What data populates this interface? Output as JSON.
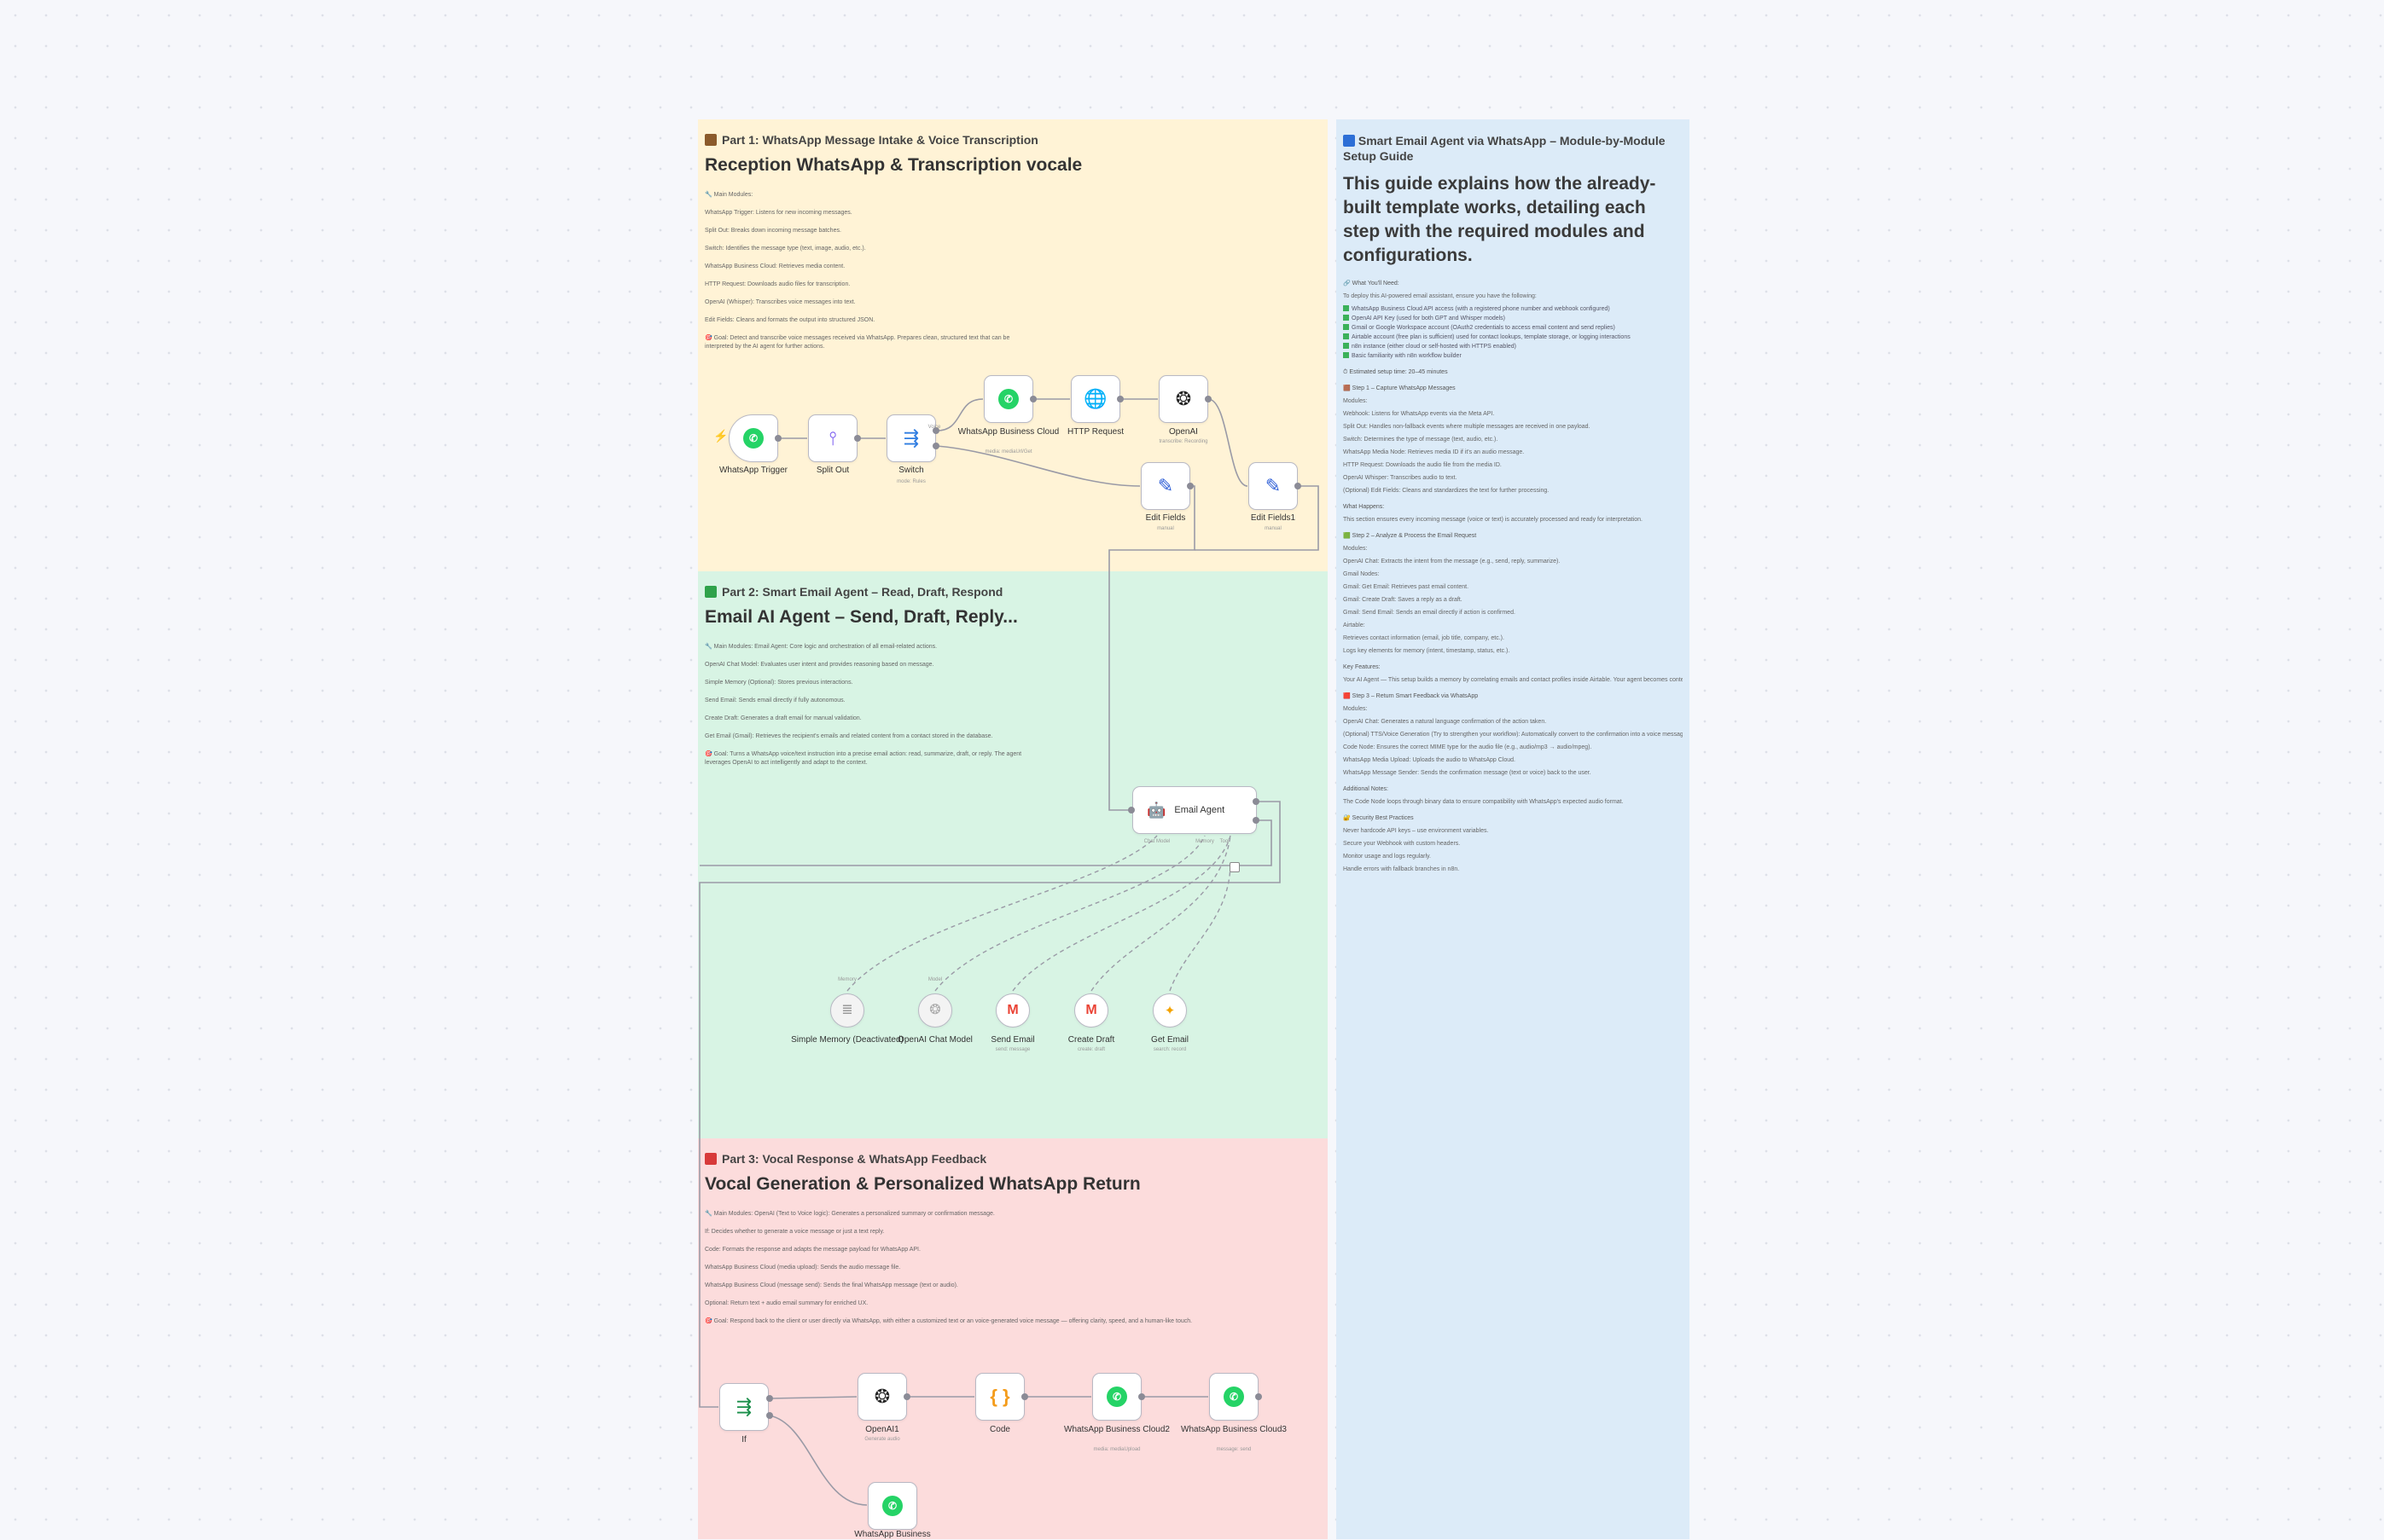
{
  "section1": {
    "tag": "Part 1: WhatsApp Message Intake & Voice Transcription",
    "title": "Reception WhatsApp & Transcription vocale",
    "lines": [
      "🔧 Main Modules:",
      "WhatsApp Trigger: Listens for new incoming messages.",
      "Split Out: Breaks down incoming message batches.",
      "Switch: Identifies the message type (text, image, audio, etc.).",
      "WhatsApp Business Cloud: Retrieves media content.",
      "HTTP Request: Downloads audio files for transcription.",
      "OpenAI (Whisper): Transcribes voice messages into text.",
      "Edit Fields: Cleans and formats the output into structured JSON.",
      "🎯 Goal: Detect and transcribe voice messages received via WhatsApp. Prepares clean, structured text that can be interpreted by the AI agent for further actions."
    ]
  },
  "section2": {
    "tag": "Part 2: Smart Email Agent – Read, Draft, Respond",
    "title": "Email AI Agent – Send, Draft, Reply...",
    "lines": [
      "🔧 Main Modules: Email Agent: Core logic and orchestration of all email-related actions.",
      "OpenAI Chat Model: Evaluates user intent and provides reasoning based on message.",
      "Simple Memory (Optional): Stores previous interactions.",
      "Send Email: Sends email directly if fully autonomous.",
      "Create Draft: Generates a draft email for manual validation.",
      "Get Email (Gmail): Retrieves the recipient's emails and related content from a contact stored in the database.",
      "🎯 Goal: Turns a WhatsApp voice/text instruction into a precise email action: read, summarize, draft, or reply. The agent leverages OpenAI to act intelligently and adapt to the context."
    ]
  },
  "section3": {
    "tag": "Part 3: Vocal Response & WhatsApp Feedback",
    "title": "Vocal Generation & Personalized WhatsApp Return",
    "lines": [
      "🔧 Main Modules: OpenAI (Text to Voice logic): Generates a personalized summary or confirmation message.",
      "If: Decides whether to generate a voice message or just a text reply.",
      "Code: Formats the response and adapts the message payload for WhatsApp API.",
      "WhatsApp Business Cloud (media upload): Sends the audio message file.",
      "WhatsApp Business Cloud (message send): Sends the final WhatsApp message (text or audio).",
      "Optional: Return text + audio email summary for enriched UX.",
      "🎯 Goal: Respond back to the client or user directly via WhatsApp, with either a customized text or an voice-generated voice message — offering clarity, speed, and a human-like touch."
    ]
  },
  "guide": {
    "tag": "Smart Email Agent via WhatsApp – Module-by-Module Setup Guide",
    "title": "This guide explains how the already-built template works, detailing each step with the required modules and configurations.",
    "lines": [
      {
        "k": "head",
        "t": "🔗 What You'll Need:"
      },
      {
        "k": "",
        "t": "To deploy this AI-powered email assistant, ensure you have the following:"
      },
      {
        "k": "check",
        "t": "WhatsApp Business Cloud API access (with a registered phone number and webhook configured)"
      },
      {
        "k": "check",
        "t": "OpenAI API Key (used for both GPT and Whisper models)"
      },
      {
        "k": "check",
        "t": "Gmail or Google Workspace account (OAuth2 credentials to access email content and send replies)"
      },
      {
        "k": "check",
        "t": "Airtable account (free plan is sufficient) used for contact lookups, template storage, or logging interactions"
      },
      {
        "k": "check",
        "t": "n8n instance (either cloud or self-hosted with HTTPS enabled)"
      },
      {
        "k": "check",
        "t": "Basic familiarity with n8n workflow builder"
      },
      {
        "k": "head",
        "t": "⏱ Estimated setup time: 20–45 minutes"
      },
      {
        "k": "head",
        "t": "🟫 Step 1 – Capture WhatsApp Messages"
      },
      {
        "k": "",
        "t": "Modules:"
      },
      {
        "k": "",
        "t": "Webhook: Listens for WhatsApp events via the Meta API."
      },
      {
        "k": "",
        "t": "Split Out: Handles non-fallback events where multiple messages are received in one payload."
      },
      {
        "k": "",
        "t": "Switch: Determines the type of message (text, audio, etc.)."
      },
      {
        "k": "",
        "t": "WhatsApp Media Node: Retrieves media ID if it's an audio message."
      },
      {
        "k": "",
        "t": "HTTP Request: Downloads the audio file from the media ID."
      },
      {
        "k": "",
        "t": "OpenAI Whisper: Transcribes audio to text."
      },
      {
        "k": "",
        "t": "(Optional) Edit Fields: Cleans and standardizes the text for further processing."
      },
      {
        "k": "head",
        "t": "What Happens:"
      },
      {
        "k": "",
        "t": "This section ensures every incoming message (voice or text) is accurately processed and ready for interpretation."
      },
      {
        "k": "head",
        "t": "🟩 Step 2 – Analyze & Process the Email Request"
      },
      {
        "k": "",
        "t": "Modules:"
      },
      {
        "k": "",
        "t": "OpenAI Chat: Extracts the intent from the message (e.g., send, reply, summarize)."
      },
      {
        "k": "",
        "t": "Gmail Nodes:"
      },
      {
        "k": "",
        "t": "Gmail: Get Email: Retrieves past email content."
      },
      {
        "k": "",
        "t": "Gmail: Create Draft: Saves a reply as a draft."
      },
      {
        "k": "",
        "t": "Gmail: Send Email: Sends an email directly if action is confirmed."
      },
      {
        "k": "",
        "t": "Airtable:"
      },
      {
        "k": "",
        "t": "Retrieves contact information (email, job title, company, etc.)."
      },
      {
        "k": "",
        "t": "Logs key elements for memory (intent, timestamp, status, etc.)."
      },
      {
        "k": "head",
        "t": "Key Features:"
      },
      {
        "k": "",
        "t": "Your AI Agent — This setup builds a memory by correlating emails and contact profiles inside Airtable. Your agent becomes context-aware, knowing who it's speaking to and what has been exchanged previously."
      },
      {
        "k": "head",
        "t": "🟥 Step 3 – Return Smart Feedback via WhatsApp"
      },
      {
        "k": "",
        "t": "Modules:"
      },
      {
        "k": "",
        "t": "OpenAI Chat: Generates a natural language confirmation of the action taken."
      },
      {
        "k": "",
        "t": "(Optional) TTS/Voice Generation (Try to strengthen your workflow): Automatically convert to the confirmation into a voice message using ElevenLabs — allowing the assistant to communicate feedback in audio form."
      },
      {
        "k": "",
        "t": "Code Node: Ensures the correct MIME type for the audio file (e.g., audio/mp3 → audio/mpeg)."
      },
      {
        "k": "",
        "t": "WhatsApp Media Upload: Uploads the audio to WhatsApp Cloud."
      },
      {
        "k": "",
        "t": "WhatsApp Message Sender: Sends the confirmation message (text or voice) back to the user."
      },
      {
        "k": "head",
        "t": "Additional Notes:"
      },
      {
        "k": "",
        "t": "The Code Node loops through binary data to ensure compatibility with WhatsApp's expected audio format."
      },
      {
        "k": "head",
        "t": "🔐 Security Best Practices"
      },
      {
        "k": "",
        "t": "Never hardcode API keys – use environment variables."
      },
      {
        "k": "",
        "t": "Secure your Webhook with custom headers."
      },
      {
        "k": "",
        "t": "Monitor usage and logs regularly."
      },
      {
        "k": "",
        "t": "Handle errors with fallback branches in n8n."
      }
    ]
  },
  "nodes": {
    "wa_trigger": {
      "label": "WhatsApp Trigger"
    },
    "split_out": {
      "label": "Split Out"
    },
    "switch": {
      "label": "Switch",
      "sub": "mode: Rules"
    },
    "wa_cloud": {
      "label": "WhatsApp Business Cloud",
      "sub": "media: mediaUrl/Get"
    },
    "http": {
      "label": "HTTP Request"
    },
    "openai": {
      "label": "OpenAI",
      "sub": "transcribe: Recording"
    },
    "edit_fields": {
      "label": "Edit Fields",
      "sub": "manual"
    },
    "edit_fields1": {
      "label": "Edit Fields1",
      "sub": "manual"
    },
    "email_agent": {
      "label": "Email Agent"
    },
    "memory": {
      "label": "Simple Memory (Deactivated)"
    },
    "chat_model": {
      "label": "OpenAI Chat Model"
    },
    "send_email": {
      "label": "Send Email",
      "sub": "send: message"
    },
    "create_draft": {
      "label": "Create Draft",
      "sub": "create: draft"
    },
    "get_email": {
      "label": "Get Email",
      "sub": "search: record"
    },
    "if": {
      "label": "If"
    },
    "openai1": {
      "label": "OpenAI1",
      "sub": "Generate audio"
    },
    "code": {
      "label": "Code"
    },
    "wa_cloud2": {
      "label": "WhatsApp Business Cloud2",
      "sub": "media: mediaUpload"
    },
    "wa_cloud3": {
      "label": "WhatsApp Business Cloud3",
      "sub": "message: send"
    },
    "wa_bottom": {
      "label": "WhatsApp Business"
    }
  },
  "port_labels": {
    "switch_out": "Voice",
    "agent_model": "Chat Model",
    "agent_memory": "Memory",
    "agent_tool": "Tool",
    "memory_in": "Memory",
    "model_in": "Model"
  },
  "colors": {
    "section1": "#fff3d6",
    "section2": "#d8f4e4",
    "section3": "#fcdcdc",
    "guide": "#dcebf8",
    "whatsapp": "#25d366",
    "edit": "#2d5ed6",
    "trigger_bolt": "#ff6d5a"
  }
}
